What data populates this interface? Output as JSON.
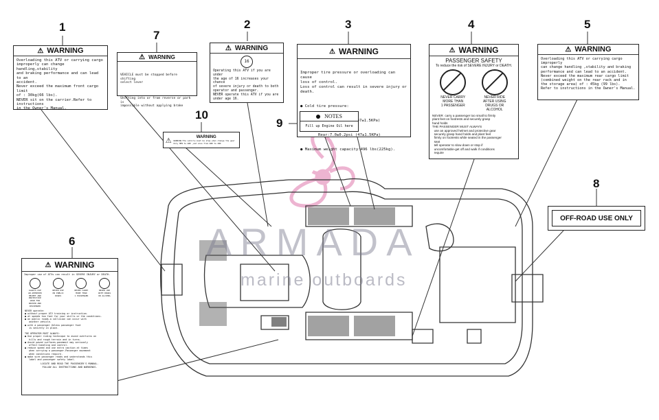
{
  "callouts": [
    "1",
    "2",
    "3",
    "4",
    "5",
    "6",
    "7",
    "8",
    "9",
    "10"
  ],
  "warning_word": "WARNING",
  "label1": {
    "text": "Overloading this ATV or carrying cargo\nimproperly can change handling,stability\nand braking performance and can lead to an\naccident.\nNever exceed the maximum front cargo limit\nof : 30kg(66 lbs).\nNEVER sit on the carrier.Refer to instructions\nin the Owner's Manual."
  },
  "label2": {
    "text": "Operating this ATV if you are under\nthe age of 16 increases your chance\nof severe injury or death to both\noperator and passenger.\nNEVER operate this ATV if you are\nunder age 16."
  },
  "label3": {
    "text": "Improper tire pressure or overloading can cause\nloss of control.\nLoss of control can result in severe injury or\ndeath.",
    "bullet1": "Cold tire pressure:",
    "front": "Front:7.0±0.2psi (47±1.5KPa)",
    "rear": "Rear:7.0±0.2psi (47±1.5KPa)",
    "bullet2": "Maximum weight capacity:496 lbs(225kg)."
  },
  "label4": {
    "title": "PASSENGER SAFETY",
    "subtitle": "To reduce the risk of SEVERE INJURY or DEATH.",
    "icon1_caption": "NEVER CARRY\nMORE THAN\n1 PASSENGER",
    "icon2_caption": "NEVER RIDE\nAFTER USING\nDRUGS OR\nALCOHOL",
    "body": "NEVER  carry a passenger too small to firmly\nplant feet on footrests and securely grasp\nhand holds\nTHE PASSENGER MUST ALWAYS\n  use an approved helmet and protective gear\n  securely grasp hand holds and plant feet\n  firmly on footrests while seated in the passenger\n  seat\n  tell operator to slow down or stop if\n  uncomfortable-get off and walk if conditions\n  require"
  },
  "label5": {
    "text": "Overloading this ATV or carrying cargo improperly\ncan change handling ,stability and braking\nperformance and can lead to an accident.\nNever exceed the maximum rear cargo limit\n(combined weight on the rear rack and in\nthe storage area) of : 45kg (99 lbs).\nRefer to instructions in the Owner's Manual."
  },
  "label6": {
    "intro": "Improper use of ATVs can result in SEVERE INJURY or DEATH.",
    "icons": [
      "ALWAYS USE\nAN APPROVED\nHELMET AND\nPROTECTIVE\nGEAR FOR\nDRIVER AND\nPASSENGER",
      "NEVER USE\nON PUBLIC\nROADS",
      "NEVER CARRY\nMORE THAN\n1 PASSENGER",
      "NEVER USE\nWITH DRUGS\nOR ALCOHOL"
    ],
    "body": "NEVER operate:\n● without proper ATV training or instruction.\n● at speeds too fast for your skills or the conditions.\n● on public roads-a collision can occur with\n   another vehicle.\n● with a passenger Unless passenger foot\n   is securely in place.\n\nTHE OPERATOR MUST ALWAYS:\n● Use proper riding technique to avoid overturns on\n   hills and rough terrain and in turns.\n● Avoid paved surfaces-pavement may seriously\n   affect handling and control.\n● reduce speed and use extra caution at times\n   when carrying a passenger-Passenger movement\n   when conditions require.\n● make sure passenger reads and understands this\n   label and passenger safety label.",
    "footer": "LOCATE AND READ THE PASSENGER'S MANUAL.\nFOLLOW ALL INSTRUCTIONS AND WARNINGS."
  },
  "label7": {
    "line1": "VEHICLE must be stopped before shifting\nselect lever",
    "line2": "Shifting into or from reverse or park is\nimpossible without applying brake"
  },
  "label8": {
    "text": "OFF-ROAD USE ONLY"
  },
  "label9": {
    "title": "NOTES",
    "text": "Fill up Engine Oil here"
  },
  "label10": {
    "text": "WARNING:The vehicle must be stop when change the gear\nOnly HPN to AWD ,and also from AWD to 2WD"
  },
  "watermark": {
    "brand": "ARMADA",
    "tagline": "marine outboards"
  }
}
